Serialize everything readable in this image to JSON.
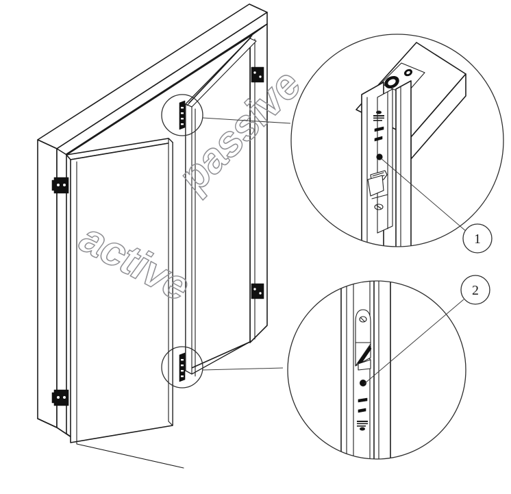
{
  "figure": {
    "title": "Double door flush bolt installation diagram",
    "type": "technical-line-drawing",
    "background_color": "#ffffff",
    "line_color": "#1b1b1b",
    "label_outline_color": "#8e8e92"
  },
  "doors": {
    "active": {
      "label": "active",
      "description": "open leaf shown swung toward viewer"
    },
    "passive": {
      "label": "passive",
      "description": "closed leaf carrying top and bottom flush bolts"
    }
  },
  "callouts": [
    {
      "number": "1",
      "target": "top-flush-bolt",
      "detail_view": "upper-detail-circle"
    },
    {
      "number": "2",
      "target": "bottom-flush-bolt",
      "detail_view": "lower-detail-circle"
    }
  ],
  "details": [
    {
      "id": "upper-detail-circle",
      "shows": "top flush bolt at door head with strike plate in frame header"
    },
    {
      "id": "lower-detail-circle",
      "shows": "bottom flush bolt at door sill with strike and actuating lever"
    }
  ],
  "hardware": {
    "hinges": [
      {
        "position": "frame-jamb-upper"
      },
      {
        "position": "frame-jamb-lower"
      },
      {
        "position": "active-door-upper"
      },
      {
        "position": "active-door-lower"
      }
    ],
    "flush_bolts": [
      {
        "position": "passive-door-top"
      },
      {
        "position": "passive-door-bottom"
      }
    ]
  }
}
